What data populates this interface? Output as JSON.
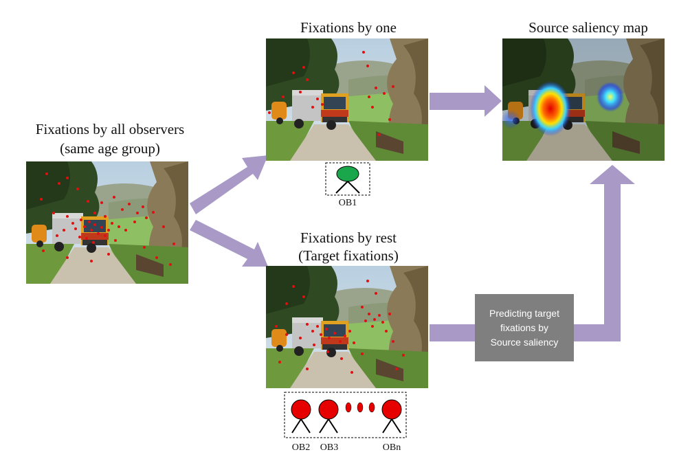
{
  "captions": {
    "all_observers_line1": "Fixations by all observers",
    "all_observers_line2": "(same age group)",
    "by_one": "Fixations by one",
    "by_rest_line1": "Fixations by rest",
    "by_rest_line2": "(Target fixations)",
    "source_map": "Source saliency map"
  },
  "observers": {
    "single": "OB1",
    "rest": [
      "OB2",
      "OB3",
      "OBn"
    ]
  },
  "process_box": {
    "text": "Predicting target\nfixations by\nSource saliency"
  },
  "colors": {
    "arrow": "#a899c7",
    "fixation_dot": "#e01010",
    "single_observer": "#1aa64a",
    "rest_observer": "#e60000",
    "process_box": "#7f7f7f",
    "heatmap_core": "#e00000"
  }
}
